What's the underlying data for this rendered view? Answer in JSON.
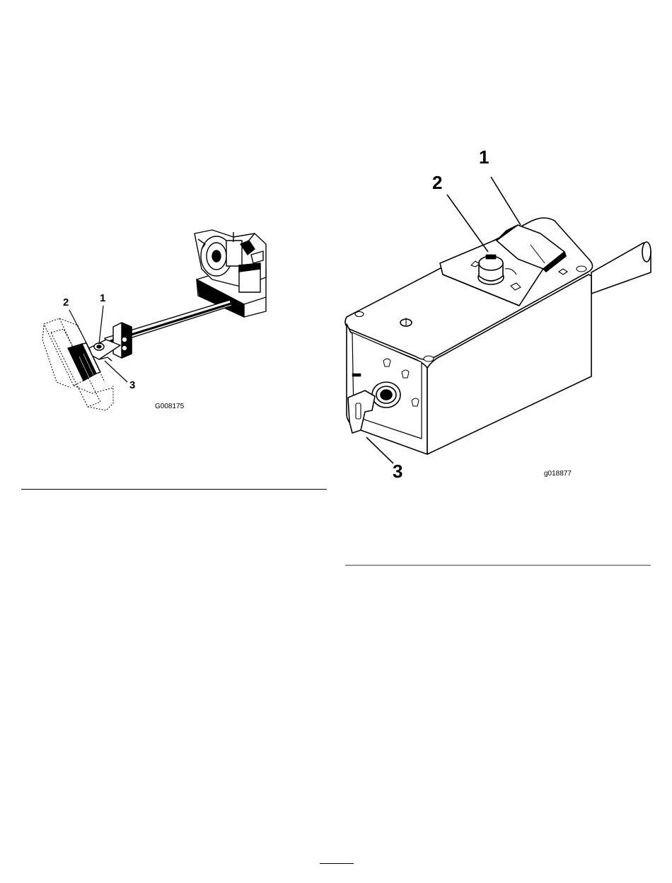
{
  "figure_left": {
    "callouts": [
      "1",
      "2",
      "3"
    ],
    "figure_id": "G008175"
  },
  "figure_right": {
    "callouts": [
      "1",
      "2",
      "3"
    ],
    "figure_id": "g018877"
  },
  "colors": {
    "ink": "#000000",
    "rule_left": "#000000",
    "rule_right": "#999999"
  }
}
